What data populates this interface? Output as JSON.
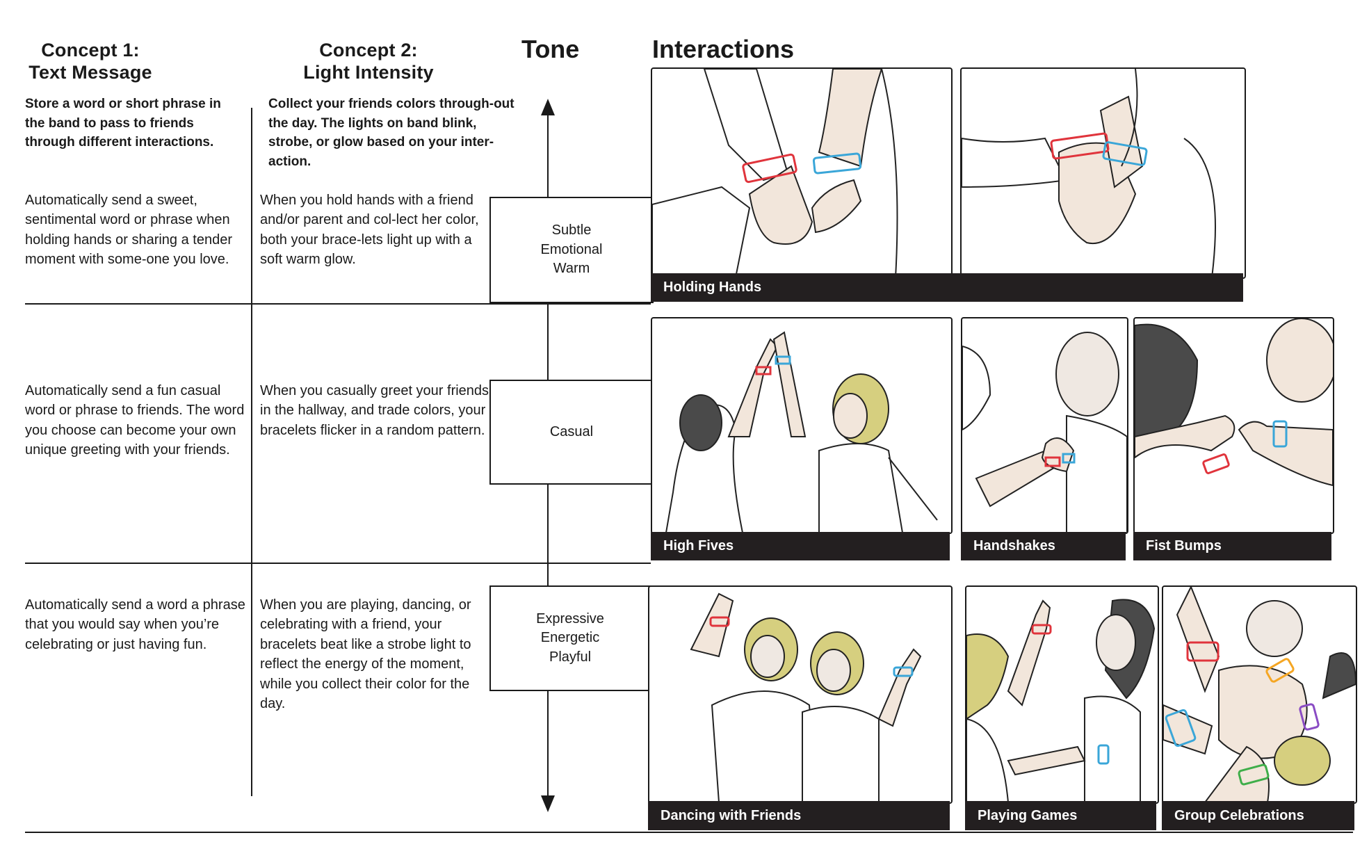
{
  "concept1": {
    "title": "Concept 1:",
    "subtitle": "Text Message",
    "description": "Store a word or short phrase in the band to pass to friends through different interactions."
  },
  "concept2": {
    "title": "Concept 2:",
    "subtitle": "Light Intensity",
    "description": "Collect your friends colors through-out the day. The lights on band blink, strobe, or glow based on your inter-action."
  },
  "tone": {
    "title": "Tone"
  },
  "interactions": {
    "title": "Interactions",
    "row1": [
      "Holding Hands"
    ],
    "row2": [
      "High Fives",
      "Handshakes",
      "Fist Bumps"
    ],
    "row3": [
      "Dancing with Friends",
      "Playing Games",
      "Group Celebrations"
    ]
  },
  "rows": [
    {
      "concept1": "Automatically send a sweet, sentimental word or phrase when holding hands or sharing a tender moment with some-one you love.",
      "concept2": "When you hold hands with a friend and/or parent and col-lect her color, both your brace-lets light up with a soft warm glow.",
      "tone": [
        "Subtle",
        "Emotional",
        "Warm"
      ]
    },
    {
      "concept1": "Automatically send a fun casual word or phrase to friends. The word you choose can become your own unique greeting with your friends.",
      "concept2": "When you casually greet your friends in the hallway, and trade colors, your bracelets flicker in a random pattern.",
      "tone": [
        "Casual"
      ]
    },
    {
      "concept1": "Automatically send a word a phrase that you would say when you’re celebrating or just having fun.",
      "concept2": "When you are playing, dancing, or celebrating with a friend, your bracelets beat like a strobe light to reflect the energy of the moment, while you collect their color for the day.",
      "tone": [
        "Expressive",
        "Energetic",
        "Playful"
      ]
    }
  ],
  "colors": {
    "ink": "#1a1a1a",
    "caption_bg": "#231f20",
    "skin": "#f2e6db",
    "hair_blonde": "#d6cf7f",
    "hair_dark": "#4a4a4a",
    "band_red": "#e0343c",
    "band_blue": "#3aa6d8",
    "band_orange": "#f5a623",
    "band_purple": "#8a4cc4",
    "band_green": "#3fae4a"
  }
}
